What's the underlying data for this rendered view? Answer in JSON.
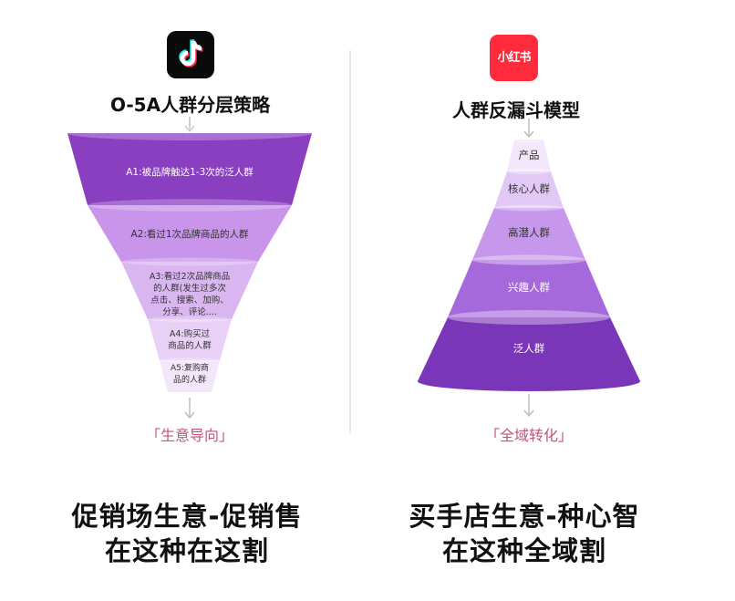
{
  "left": {
    "logo": "tiktok-logo",
    "title": "O-5A人群分层策略",
    "layers": [
      {
        "lines": [
          "A1:被品牌触达1-3次的泛人群"
        ],
        "color": "#8a3fc1"
      },
      {
        "lines": [
          "A2:看过1次品牌商品的人群"
        ],
        "color": "#c995ea"
      },
      {
        "lines": [
          "A3:看过2次品牌商品",
          "的人群(发生过多次",
          "点击、搜索、加购、",
          "分享、评论...."
        ],
        "color": "#d9b6f0"
      },
      {
        "lines": [
          "A4:购买过",
          "商品的人群"
        ],
        "color": "#e8d0f7"
      },
      {
        "lines": [
          "A5:复购商",
          "品的人群"
        ],
        "color": "#f2e6fb"
      }
    ],
    "bottom_label": "「生意导向」",
    "footer": [
      "促销场生意-促销售",
      "在这种在这割"
    ]
  },
  "right": {
    "logo_text": "小红书",
    "title": "人群反漏斗模型",
    "layers": [
      {
        "label": "产品",
        "color": "#f3e8fb"
      },
      {
        "label": "核心人群",
        "color": "#e2c9f5"
      },
      {
        "label": "高潜人群",
        "color": "#c697ea"
      },
      {
        "label": "兴趣人群",
        "color": "#a669dc"
      },
      {
        "label": "泛人群",
        "color": "#7a36b8"
      }
    ],
    "bottom_label": "「全域转化」",
    "footer": [
      "买手店生意-种心智",
      "在这种全域割"
    ]
  },
  "colors": {
    "arrow": "#bdbdbd",
    "text_dark": "#111111",
    "text_light": "#ffffff"
  }
}
